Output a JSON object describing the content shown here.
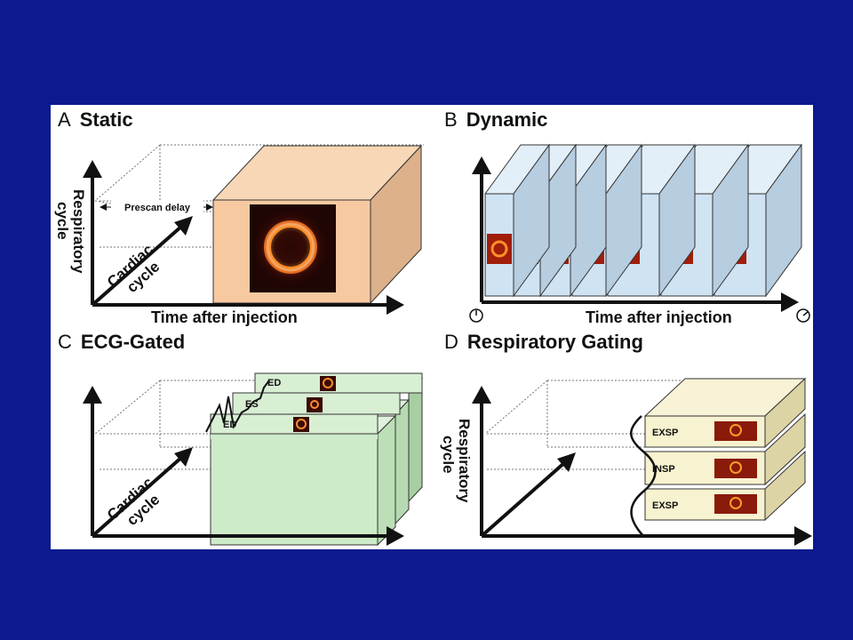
{
  "panels": {
    "a": {
      "letter": "A",
      "title": "Static",
      "y_axis_label_line1": "Respiratory",
      "y_axis_label_line2": "cycle",
      "z_axis_label_line1": "Cardiac",
      "z_axis_label_line2": "cycle",
      "x_axis_label": "Time after injection",
      "delay_label": "Prescan delay",
      "box_color": "#f6c9a0"
    },
    "b": {
      "letter": "B",
      "title": "Dynamic",
      "x_axis_label": "Time after injection",
      "frame_color": "#cfe3f3",
      "frame_count": 7
    },
    "c": {
      "letter": "C",
      "title": "ECG-Gated",
      "z_axis_label_line1": "Cardiac",
      "z_axis_label_line2": "cycle",
      "gate_labels": [
        "ED",
        "ES",
        "ED"
      ],
      "box_color": "#cdebc8"
    },
    "d": {
      "letter": "D",
      "title": "Respiratory Gating",
      "y_axis_label_line1": "Respiratory",
      "y_axis_label_line2": "cycle",
      "gate_labels": [
        "EXSP",
        "INSP",
        "EXSP"
      ],
      "box_color": "#f7f2cf"
    }
  }
}
